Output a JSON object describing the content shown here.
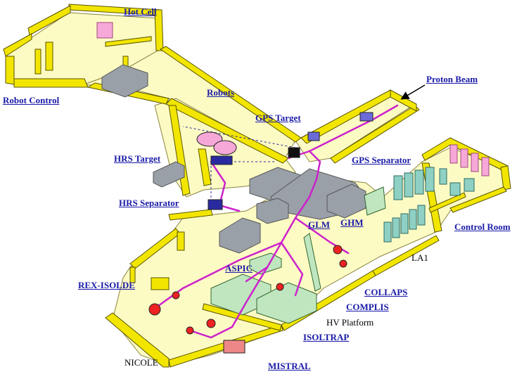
{
  "colors": {
    "wall": "#f2e600",
    "wall_edge": "#5a5400",
    "floor": "#fdfbc4",
    "floor_edge": "#8a8440",
    "concrete": "#9aa0a8",
    "beamline": "#cc22cc",
    "beam_core": "#2a2aa0",
    "equipment_red": "#ee2222",
    "platform_green": "#bfe6bf",
    "rack_teal": "#8ed1c4",
    "cabinet_pink": "#f6a8d8",
    "link": "#1a1aa8"
  },
  "labels": {
    "hot_cell": "Hot Cell",
    "robot_control": "Robot Control",
    "robots": "Robots",
    "proton_beam": "Proton Beam",
    "gps_target": "GPS Target",
    "gps_separator": "GPS Separator",
    "hrs_target": "HRS Target",
    "hrs_separator": "HRS Separator",
    "glm": "GLM",
    "ghm": "GHM",
    "control_room": "Control Room",
    "la1": "LA1",
    "aspic": "ASPIC",
    "rex_isolde": "REX-ISOLDE",
    "collaps": "COLLAPS",
    "complis": "COMPLIS",
    "hv_platform": "HV Platform",
    "isoltrap": "ISOLTRAP",
    "nicole": "NICOLE",
    "mistral": "MISTRAL"
  }
}
